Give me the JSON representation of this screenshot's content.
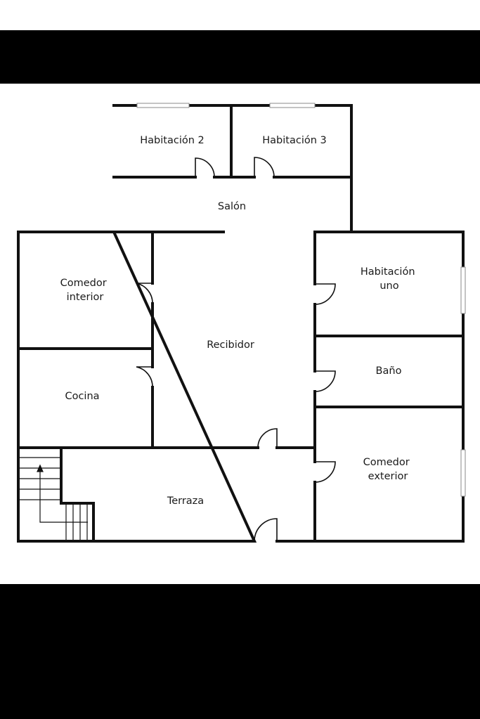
{
  "rooms": {
    "habitacion_2": "Habitación 2",
    "habitacion_3": "Habitación 3",
    "salon": "Salón",
    "comedor_interior": [
      "Comedor",
      "interior"
    ],
    "recibidor": "Recibidor",
    "habitacion_uno": [
      "Habitación",
      "uno"
    ],
    "bano": "Baño",
    "cocina": "Cocina",
    "comedor_exterior": [
      "Comedor",
      "exterior"
    ],
    "terraza": "Terraza"
  },
  "colors": {
    "wall": "#111111",
    "background": "#ffffff",
    "letterbox": "#000000"
  }
}
